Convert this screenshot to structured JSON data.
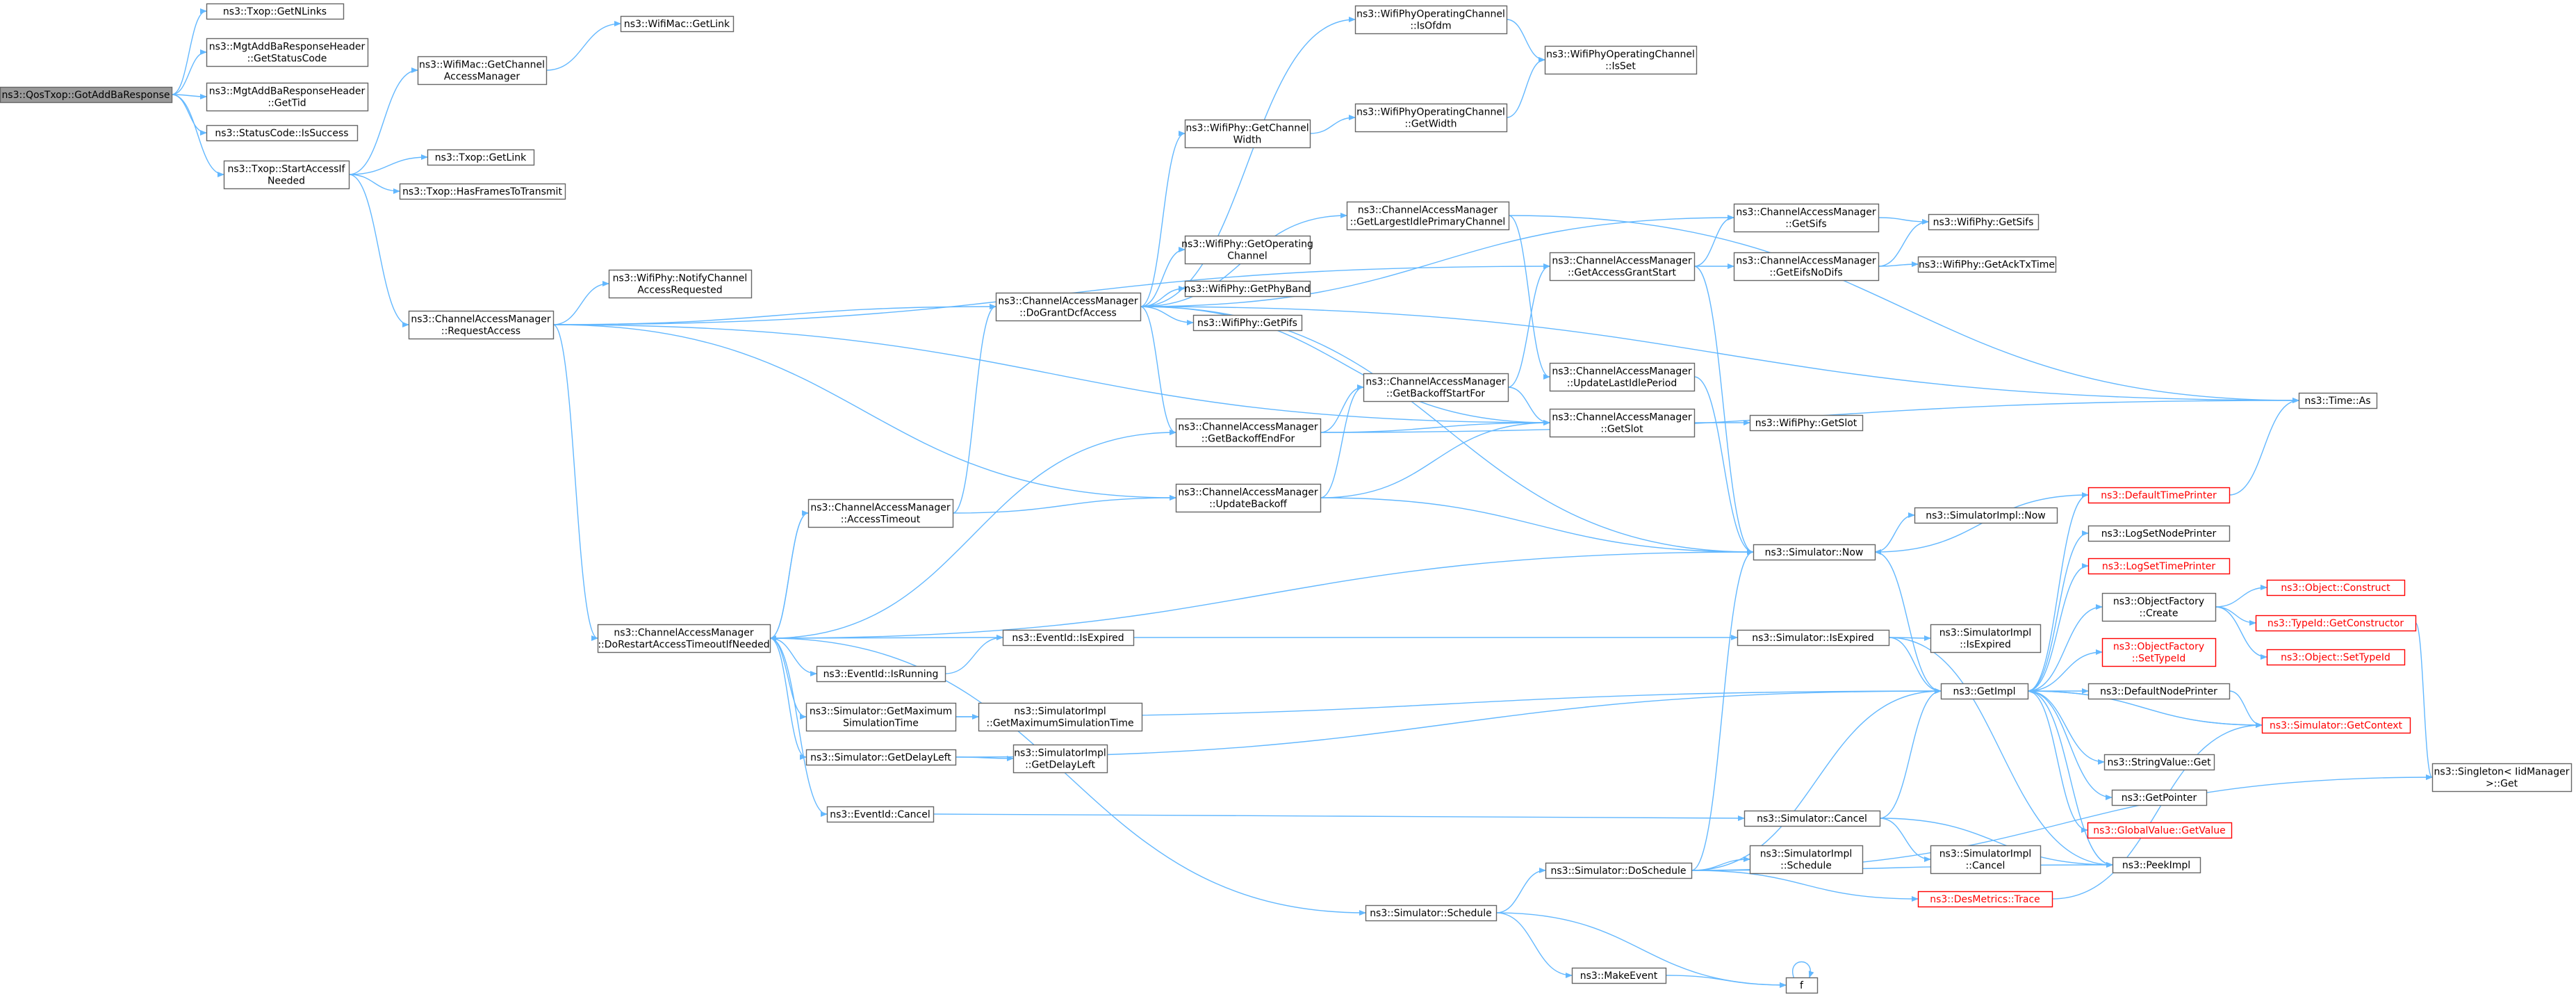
{
  "graph": {
    "root": "qos_gotaddba",
    "colors": {
      "edge": "#63b8ff",
      "node_border": "#666666",
      "root_fill": "#999999",
      "truncated_border": "#ff0000"
    },
    "nodes": [
      {
        "id": "qos_gotaddba",
        "lines": [
          "ns3::QosTxop::GotAddBaResponse"
        ],
        "style": "root"
      },
      {
        "id": "txop_getnlinks",
        "lines": [
          "ns3::Txop::GetNLinks"
        ]
      },
      {
        "id": "mgt_statuscode",
        "lines": [
          "ns3::MgtAddBaResponseHeader",
          "::GetStatusCode"
        ]
      },
      {
        "id": "mgt_gettid",
        "lines": [
          "ns3::MgtAddBaResponseHeader",
          "::GetTid"
        ]
      },
      {
        "id": "statuscode_issuccess",
        "lines": [
          "ns3::StatusCode::IsSuccess"
        ]
      },
      {
        "id": "txop_startaccess",
        "lines": [
          "ns3::Txop::StartAccessIf",
          "Needed"
        ]
      },
      {
        "id": "wifimac_getcam",
        "lines": [
          "ns3::WifiMac::GetChannel",
          "AccessManager"
        ]
      },
      {
        "id": "wifimac_getlink",
        "lines": [
          "ns3::WifiMac::GetLink"
        ]
      },
      {
        "id": "txop_getlink",
        "lines": [
          "ns3::Txop::GetLink"
        ]
      },
      {
        "id": "txop_hasframes",
        "lines": [
          "ns3::Txop::HasFramesToTransmit"
        ]
      },
      {
        "id": "cam_requestaccess",
        "lines": [
          "ns3::ChannelAccessManager",
          "::RequestAccess"
        ]
      },
      {
        "id": "wifiphy_notify",
        "lines": [
          "ns3::WifiPhy::NotifyChannel",
          "AccessRequested"
        ]
      },
      {
        "id": "cam_dogrant",
        "lines": [
          "ns3::ChannelAccessManager",
          "::DoGrantDcfAccess"
        ]
      },
      {
        "id": "wpoc_isofdm",
        "lines": [
          "ns3::WifiPhyOperatingChannel",
          "::IsOfdm"
        ]
      },
      {
        "id": "wpoc_isset",
        "lines": [
          "ns3::WifiPhyOperatingChannel",
          "::IsSet"
        ]
      },
      {
        "id": "wifiphy_getchwidth",
        "lines": [
          "ns3::WifiPhy::GetChannel",
          "Width"
        ]
      },
      {
        "id": "wpoc_getwidth",
        "lines": [
          "ns3::WifiPhyOperatingChannel",
          "::GetWidth"
        ]
      },
      {
        "id": "cam_largestidle",
        "lines": [
          "ns3::ChannelAccessManager",
          "::GetLargestIdlePrimaryChannel"
        ]
      },
      {
        "id": "wifiphy_getopch",
        "lines": [
          "ns3::WifiPhy::GetOperating",
          "Channel"
        ]
      },
      {
        "id": "wifiphy_getband",
        "lines": [
          "ns3::WifiPhy::GetPhyBand"
        ]
      },
      {
        "id": "wifiphy_getpifs",
        "lines": [
          "ns3::WifiPhy::GetPifs"
        ]
      },
      {
        "id": "cam_getsifs",
        "lines": [
          "ns3::ChannelAccessManager",
          "::GetSifs"
        ]
      },
      {
        "id": "wifiphy_getsifs",
        "lines": [
          "ns3::WifiPhy::GetSifs"
        ]
      },
      {
        "id": "cam_getaccessgrant",
        "lines": [
          "ns3::ChannelAccessManager",
          "::GetAccessGrantStart"
        ]
      },
      {
        "id": "cam_geteifs",
        "lines": [
          "ns3::ChannelAccessManager",
          "::GetEifsNoDifs"
        ]
      },
      {
        "id": "wifiphy_getack",
        "lines": [
          "ns3::WifiPhy::GetAckTxTime"
        ]
      },
      {
        "id": "cam_getbackoffstart",
        "lines": [
          "ns3::ChannelAccessManager",
          "::GetBackoffStartFor"
        ]
      },
      {
        "id": "cam_updatelastidle",
        "lines": [
          "ns3::ChannelAccessManager",
          "::UpdateLastIdlePeriod"
        ]
      },
      {
        "id": "cam_getbackoffend",
        "lines": [
          "ns3::ChannelAccessManager",
          "::GetBackoffEndFor"
        ]
      },
      {
        "id": "cam_getslot",
        "lines": [
          "ns3::ChannelAccessManager",
          "::GetSlot"
        ]
      },
      {
        "id": "wifiphy_getslot",
        "lines": [
          "ns3::WifiPhy::GetSlot"
        ]
      },
      {
        "id": "time_as",
        "lines": [
          "ns3::Time::As"
        ]
      },
      {
        "id": "cam_accesstimeout",
        "lines": [
          "ns3::ChannelAccessManager",
          "::AccessTimeout"
        ]
      },
      {
        "id": "cam_updatebackoff",
        "lines": [
          "ns3::ChannelAccessManager",
          "::UpdateBackoff"
        ]
      },
      {
        "id": "sim_now",
        "lines": [
          "ns3::Simulator::Now"
        ]
      },
      {
        "id": "simimpl_now",
        "lines": [
          "ns3::SimulatorImpl::Now"
        ]
      },
      {
        "id": "defaulttimeprinter",
        "lines": [
          "ns3::DefaultTimePrinter"
        ],
        "style": "red"
      },
      {
        "id": "logsetnodeprinter",
        "lines": [
          "ns3::LogSetNodePrinter"
        ]
      },
      {
        "id": "logsettimeprinter",
        "lines": [
          "ns3::LogSetTimePrinter"
        ],
        "style": "red"
      },
      {
        "id": "objectfactory_create",
        "lines": [
          "ns3::ObjectFactory",
          "::Create"
        ]
      },
      {
        "id": "object_construct",
        "lines": [
          "ns3::Object::Construct"
        ],
        "style": "red"
      },
      {
        "id": "typeid_getconstructor",
        "lines": [
          "ns3::TypeId::GetConstructor"
        ],
        "style": "red"
      },
      {
        "id": "object_settypeid",
        "lines": [
          "ns3::Object::SetTypeId"
        ],
        "style": "red"
      },
      {
        "id": "objectfactory_settypeid",
        "lines": [
          "ns3::ObjectFactory",
          "::SetTypeId"
        ],
        "style": "red"
      },
      {
        "id": "cam_dorestart",
        "lines": [
          "ns3::ChannelAccessManager",
          "::DoRestartAccessTimeoutIfNeeded"
        ]
      },
      {
        "id": "eventid_isexpired",
        "lines": [
          "ns3::EventId::IsExpired"
        ]
      },
      {
        "id": "sim_isexpired",
        "lines": [
          "ns3::Simulator::IsExpired"
        ]
      },
      {
        "id": "simimpl_isexpired",
        "lines": [
          "ns3::SimulatorImpl",
          "::IsExpired"
        ]
      },
      {
        "id": "eventid_isrunning",
        "lines": [
          "ns3::EventId::IsRunning"
        ]
      },
      {
        "id": "sim_getmaxsim",
        "lines": [
          "ns3::Simulator::GetMaximum",
          "SimulationTime"
        ]
      },
      {
        "id": "simimpl_getmaxsim",
        "lines": [
          "ns3::SimulatorImpl",
          "::GetMaximumSimulationTime"
        ]
      },
      {
        "id": "getimpl",
        "lines": [
          "ns3::GetImpl"
        ]
      },
      {
        "id": "defaultnodeprinter",
        "lines": [
          "ns3::DefaultNodePrinter"
        ]
      },
      {
        "id": "sim_getcontext",
        "lines": [
          "ns3::Simulator::GetContext"
        ],
        "style": "red"
      },
      {
        "id": "sim_getdelayleft",
        "lines": [
          "ns3::Simulator::GetDelayLeft"
        ]
      },
      {
        "id": "simimpl_getdelayleft",
        "lines": [
          "ns3::SimulatorImpl",
          "::GetDelayLeft"
        ]
      },
      {
        "id": "stringvalue_get",
        "lines": [
          "ns3::StringValue::Get"
        ]
      },
      {
        "id": "singleton_get",
        "lines": [
          "ns3::Singleton< IidManager",
          ">::Get"
        ]
      },
      {
        "id": "getpointer",
        "lines": [
          "ns3::GetPointer"
        ]
      },
      {
        "id": "eventid_cancel",
        "lines": [
          "ns3::EventId::Cancel"
        ]
      },
      {
        "id": "sim_cancel",
        "lines": [
          "ns3::Simulator::Cancel"
        ]
      },
      {
        "id": "globalvalue_getvalue",
        "lines": [
          "ns3::GlobalValue::GetValue"
        ],
        "style": "red"
      },
      {
        "id": "simimpl_cancel",
        "lines": [
          "ns3::SimulatorImpl",
          "::Cancel"
        ]
      },
      {
        "id": "peekimpl",
        "lines": [
          "ns3::PeekImpl"
        ]
      },
      {
        "id": "sim_doschedule",
        "lines": [
          "ns3::Simulator::DoSchedule"
        ]
      },
      {
        "id": "simimpl_schedule",
        "lines": [
          "ns3::SimulatorImpl",
          "::Schedule"
        ]
      },
      {
        "id": "desmetrics_trace",
        "lines": [
          "ns3::DesMetrics::Trace"
        ],
        "style": "red"
      },
      {
        "id": "sim_schedule",
        "lines": [
          "ns3::Simulator::Schedule"
        ]
      },
      {
        "id": "makeevent",
        "lines": [
          "ns3::MakeEvent"
        ]
      },
      {
        "id": "f",
        "lines": [
          "f"
        ]
      }
    ],
    "edges": [
      [
        "qos_gotaddba",
        "txop_getnlinks"
      ],
      [
        "qos_gotaddba",
        "mgt_statuscode"
      ],
      [
        "qos_gotaddba",
        "mgt_gettid"
      ],
      [
        "qos_gotaddba",
        "statuscode_issuccess"
      ],
      [
        "qos_gotaddba",
        "txop_startaccess"
      ],
      [
        "txop_startaccess",
        "wifimac_getcam"
      ],
      [
        "txop_startaccess",
        "txop_getlink"
      ],
      [
        "txop_startaccess",
        "txop_hasframes"
      ],
      [
        "txop_startaccess",
        "cam_requestaccess"
      ],
      [
        "wifimac_getcam",
        "wifimac_getlink"
      ],
      [
        "cam_requestaccess",
        "wifiphy_notify"
      ],
      [
        "cam_requestaccess",
        "cam_dogrant"
      ],
      [
        "cam_requestaccess",
        "cam_getaccessgrant"
      ],
      [
        "cam_requestaccess",
        "cam_getslot"
      ],
      [
        "cam_requestaccess",
        "cam_updatebackoff"
      ],
      [
        "cam_requestaccess",
        "cam_dorestart"
      ],
      [
        "cam_dogrant",
        "wpoc_isofdm"
      ],
      [
        "cam_dogrant",
        "wifiphy_getchwidth"
      ],
      [
        "cam_dogrant",
        "cam_largestidle"
      ],
      [
        "cam_dogrant",
        "wifiphy_getopch"
      ],
      [
        "cam_dogrant",
        "wifiphy_getband"
      ],
      [
        "cam_dogrant",
        "wifiphy_getpifs"
      ],
      [
        "cam_dogrant",
        "cam_getsifs"
      ],
      [
        "cam_dogrant",
        "cam_getslot"
      ],
      [
        "cam_dogrant",
        "cam_getbackoffend"
      ],
      [
        "cam_dogrant",
        "sim_now"
      ],
      [
        "cam_dogrant",
        "time_as"
      ],
      [
        "wpoc_isofdm",
        "wpoc_isset"
      ],
      [
        "wifiphy_getchwidth",
        "wpoc_getwidth"
      ],
      [
        "wpoc_getwidth",
        "wpoc_isset"
      ],
      [
        "cam_largestidle",
        "time_as"
      ],
      [
        "cam_largestidle",
        "cam_updatelastidle"
      ],
      [
        "cam_getsifs",
        "wifiphy_getsifs"
      ],
      [
        "cam_getaccessgrant",
        "cam_getsifs"
      ],
      [
        "cam_getaccessgrant",
        "cam_geteifs"
      ],
      [
        "cam_getaccessgrant",
        "sim_now"
      ],
      [
        "cam_geteifs",
        "wifiphy_getsifs"
      ],
      [
        "cam_geteifs",
        "wifiphy_getack"
      ],
      [
        "cam_getbackoffstart",
        "cam_getaccessgrant"
      ],
      [
        "cam_getbackoffstart",
        "cam_getslot"
      ],
      [
        "cam_updatelastidle",
        "sim_now"
      ],
      [
        "cam_getbackoffend",
        "cam_getbackoffstart"
      ],
      [
        "cam_getbackoffend",
        "cam_getslot"
      ],
      [
        "cam_getbackoffend",
        "time_as"
      ],
      [
        "cam_getslot",
        "wifiphy_getslot"
      ],
      [
        "cam_accesstimeout",
        "cam_dogrant"
      ],
      [
        "cam_accesstimeout",
        "cam_updatebackoff"
      ],
      [
        "cam_accesstimeout",
        "cam_dorestart"
      ],
      [
        "cam_updatebackoff",
        "cam_getbackoffstart"
      ],
      [
        "cam_updatebackoff",
        "cam_getslot"
      ],
      [
        "cam_updatebackoff",
        "sim_now"
      ],
      [
        "cam_dorestart",
        "cam_accesstimeout"
      ],
      [
        "cam_dorestart",
        "cam_getbackoffend"
      ],
      [
        "cam_dorestart",
        "sim_now"
      ],
      [
        "cam_dorestart",
        "eventid_isexpired"
      ],
      [
        "cam_dorestart",
        "eventid_isrunning"
      ],
      [
        "cam_dorestart",
        "sim_getmaxsim"
      ],
      [
        "cam_dorestart",
        "sim_getdelayleft"
      ],
      [
        "cam_dorestart",
        "eventid_cancel"
      ],
      [
        "cam_dorestart",
        "sim_schedule"
      ],
      [
        "eventid_isrunning",
        "eventid_isexpired"
      ],
      [
        "eventid_isexpired",
        "sim_isexpired"
      ],
      [
        "sim_isexpired",
        "simimpl_isexpired"
      ],
      [
        "sim_isexpired",
        "getimpl"
      ],
      [
        "sim_isexpired",
        "peekimpl"
      ],
      [
        "sim_getmaxsim",
        "simimpl_getmaxsim"
      ],
      [
        "sim_getmaxsim",
        "getimpl"
      ],
      [
        "sim_getdelayleft",
        "simimpl_getdelayleft"
      ],
      [
        "sim_getdelayleft",
        "getimpl"
      ],
      [
        "eventid_cancel",
        "sim_cancel"
      ],
      [
        "sim_cancel",
        "simimpl_cancel"
      ],
      [
        "sim_cancel",
        "getimpl"
      ],
      [
        "sim_cancel",
        "peekimpl"
      ],
      [
        "sim_schedule",
        "sim_doschedule"
      ],
      [
        "sim_schedule",
        "makeevent"
      ],
      [
        "sim_schedule",
        "f"
      ],
      [
        "makeevent",
        "f"
      ],
      [
        "f",
        "f"
      ],
      [
        "sim_doschedule",
        "simimpl_schedule"
      ],
      [
        "sim_doschedule",
        "desmetrics_trace"
      ],
      [
        "sim_doschedule",
        "sim_now"
      ],
      [
        "sim_doschedule",
        "getimpl"
      ],
      [
        "sim_doschedule",
        "peekimpl"
      ],
      [
        "sim_doschedule",
        "singleton_get"
      ],
      [
        "sim_now",
        "simimpl_now"
      ],
      [
        "sim_now",
        "getimpl"
      ],
      [
        "defaulttimeprinter",
        "sim_now"
      ],
      [
        "defaulttimeprinter",
        "time_as"
      ],
      [
        "getimpl",
        "defaulttimeprinter"
      ],
      [
        "getimpl",
        "logsetnodeprinter"
      ],
      [
        "getimpl",
        "logsettimeprinter"
      ],
      [
        "getimpl",
        "objectfactory_create"
      ],
      [
        "getimpl",
        "objectfactory_settypeid"
      ],
      [
        "getimpl",
        "defaultnodeprinter"
      ],
      [
        "getimpl",
        "sim_getcontext"
      ],
      [
        "getimpl",
        "stringvalue_get"
      ],
      [
        "getimpl",
        "getpointer"
      ],
      [
        "getimpl",
        "globalvalue_getvalue"
      ],
      [
        "getimpl",
        "peekimpl"
      ],
      [
        "objectfactory_create",
        "object_construct"
      ],
      [
        "objectfactory_create",
        "typeid_getconstructor"
      ],
      [
        "objectfactory_create",
        "object_settypeid"
      ],
      [
        "typeid_getconstructor",
        "singleton_get"
      ],
      [
        "defaultnodeprinter",
        "sim_getcontext"
      ],
      [
        "sim_getcontext",
        "getimpl"
      ],
      [
        "desmetrics_trace",
        "sim_getcontext"
      ]
    ]
  }
}
